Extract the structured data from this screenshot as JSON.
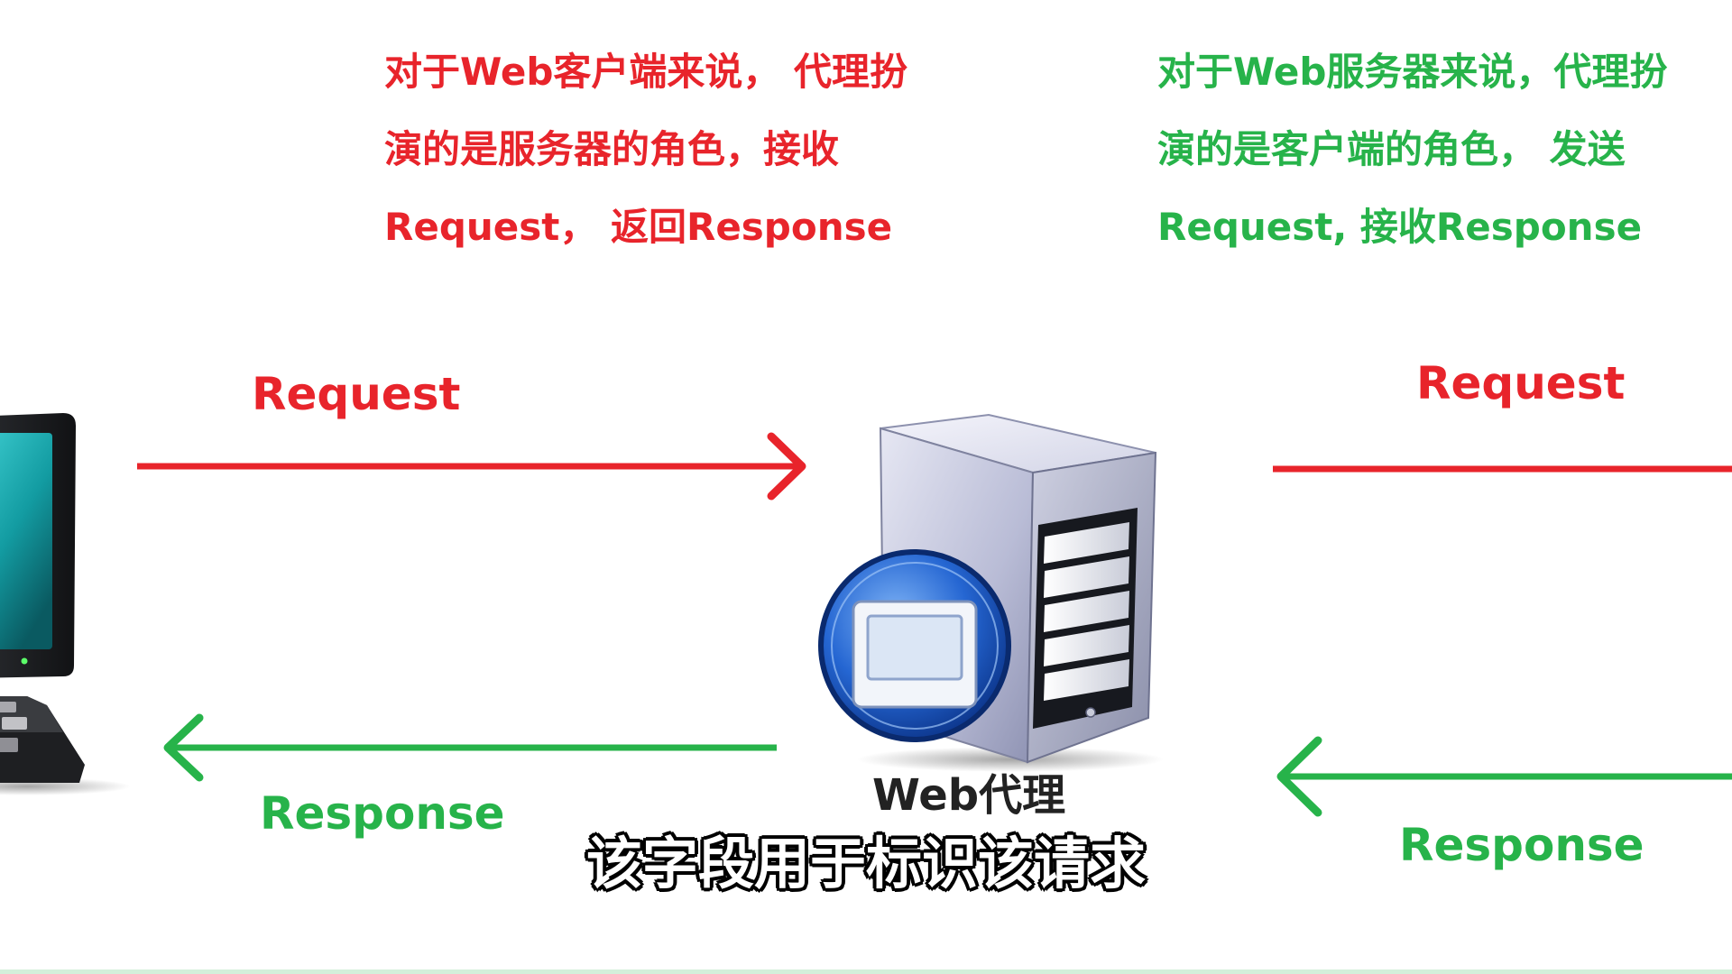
{
  "colors": {
    "request": "#e8242b",
    "response": "#27b34a",
    "proxy_label": "#222222",
    "subtitle_fill": "#ffffff",
    "subtitle_outline": "#000000"
  },
  "client_note": {
    "lines": [
      "对于Web客户端来说， 代理扮",
      "演的是服务器的角色，接收",
      "Request， 返回Response"
    ]
  },
  "server_note": {
    "lines": [
      "对于Web服务器来说，代理扮",
      "演的是客户端的角色， 发送",
      "Request, 接收Response"
    ]
  },
  "client_side": {
    "request_label": "Request",
    "response_label": "Response"
  },
  "server_side": {
    "request_label": "Request",
    "response_label": "Response"
  },
  "proxy": {
    "label": "Web代理"
  },
  "subtitle": "该字段用于标识该请求",
  "icons": {
    "client": "desktop-computer-icon",
    "proxy": "proxy-server-icon",
    "badge": "window-badge-icon"
  }
}
